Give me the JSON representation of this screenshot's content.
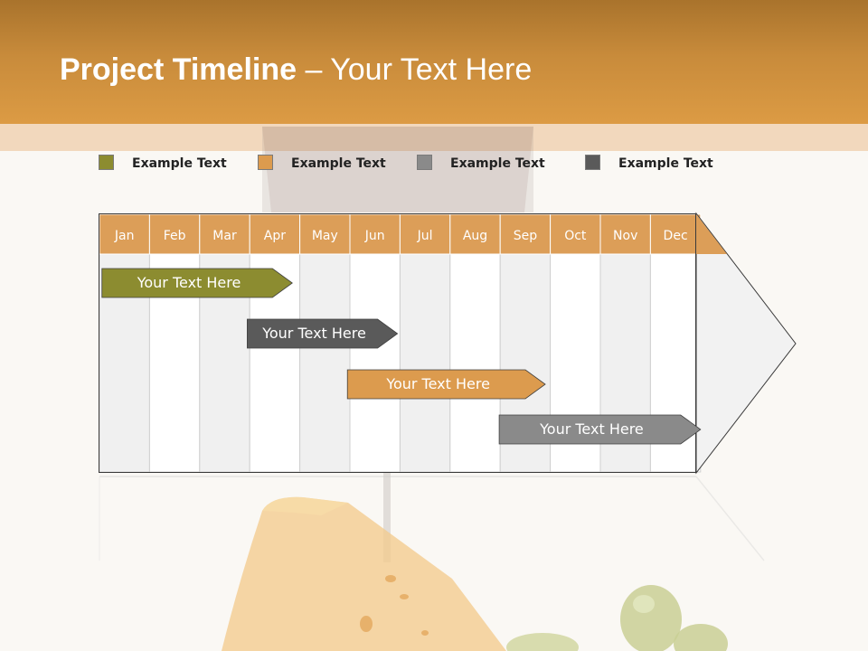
{
  "title": {
    "bold": "Project Timeline",
    "rest": " – Your Text Here"
  },
  "legend": [
    {
      "label": "Example Text",
      "color": "#8c8c30"
    },
    {
      "label": "Example Text",
      "color": "#dc9b4e"
    },
    {
      "label": "Example Text",
      "color": "#8a8a8a"
    },
    {
      "label": "Example Text",
      "color": "#5a5a5a"
    }
  ],
  "months": [
    "Jan",
    "Feb",
    "Mar",
    "Apr",
    "May",
    "Jun",
    "Jul",
    "Aug",
    "Sep",
    "Oct",
    "Nov",
    "Dec"
  ],
  "colors": {
    "header_band": "#dc9b44",
    "month_band": "#dc9e58",
    "grid_shade": "#f0f0f0",
    "grid_white": "#ffffff"
  },
  "tasks": [
    {
      "label": "Your  Text Here",
      "color": "#8c8c30",
      "start": 0.05,
      "end": 3.85
    },
    {
      "label": "Your  Text Here",
      "color": "#5a5a5a",
      "start": 2.95,
      "end": 5.95
    },
    {
      "label": "Your  Text Here",
      "color": "#dc9b4e",
      "start": 4.95,
      "end": 8.9
    },
    {
      "label": "Your  Text Here",
      "color": "#8a8a8a",
      "start": 7.98,
      "end": 12
    }
  ]
}
